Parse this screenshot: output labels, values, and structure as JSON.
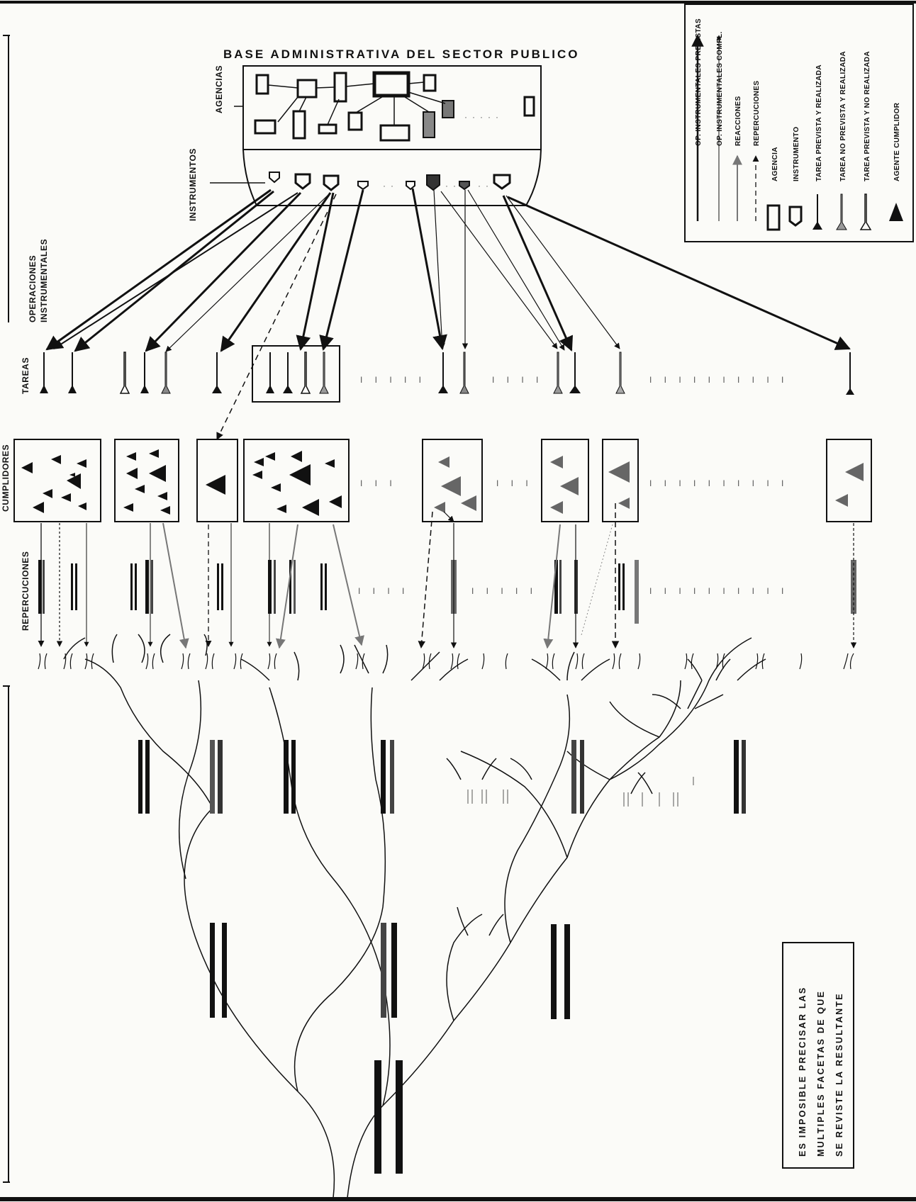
{
  "title": "BASE  ADMINISTRATIVA  DEL  SECTOR  PUBLICO",
  "labels": {
    "agencias": "AGENCIAS",
    "instrumentos": "INSTRUMENTOS",
    "operaciones_line1": "OPERACIONES",
    "operaciones_line2": "INSTRUMENTALES",
    "tareas": "TAREAS",
    "cumplidores": "CUMPLIDORES",
    "repercuciones": "REPERCUCIONES"
  },
  "legend": {
    "op_previstas": "OP. INSTRUMENTALES  PREVISTAS",
    "op_compl": "OP. INSTRUMENTALES  COMPL.",
    "reacciones": "REACCIONES",
    "repercuciones": "REPERCUCIONES",
    "agencia": "AGENCIA",
    "instrumento": "INSTRUMENTO",
    "tarea_prevista_realizada": "TAREA  PREVISTA  Y  REALIZADA",
    "tarea_no_prevista_realizada": "TAREA  NO  PREVISTA  Y  REALIZADA",
    "tarea_prevista_no_realizada": "TAREA  PREVISTA  Y  NO REALIZADA",
    "agente_cumplidor": "AGENTE   CUMPLIDOR"
  },
  "note": {
    "line1": "ES  IMPOSIBLE  PRECISAR  LAS",
    "line2": "MULTIPLES  FACETAS  DE  QUE",
    "line3": "SE  REVISTE  LA  RESULTANTE"
  },
  "colors": {
    "ink": "#111111",
    "gray": "#6b6b6b",
    "light": "#9a9a9a",
    "paper": "#fbfbf8"
  }
}
